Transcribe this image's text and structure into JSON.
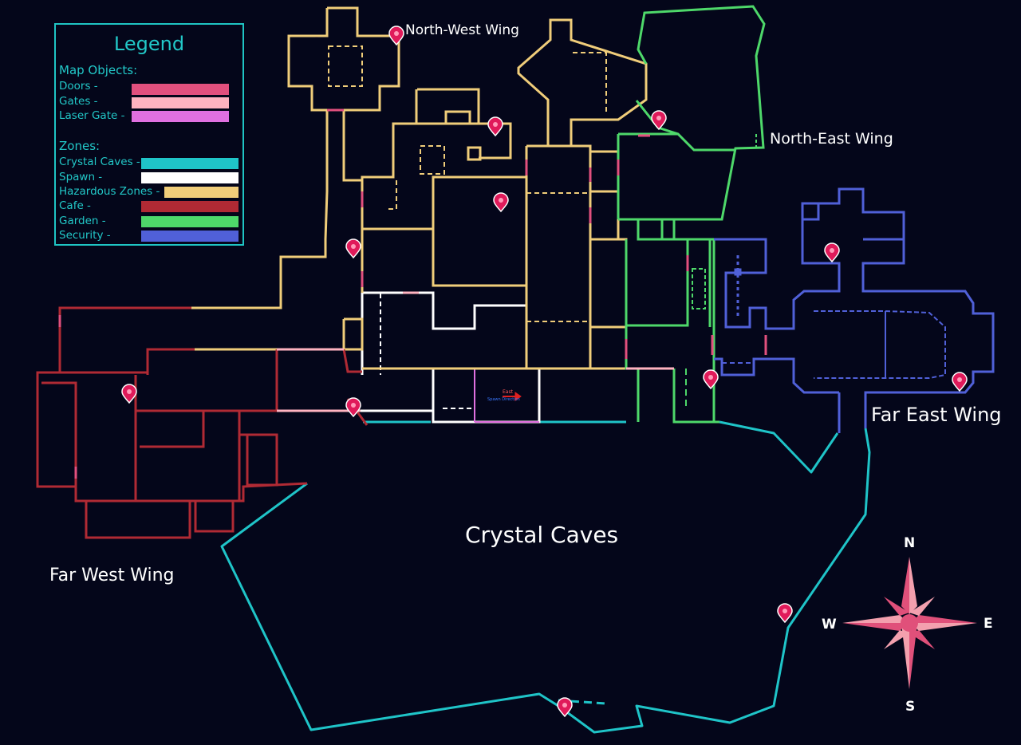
{
  "legend": {
    "title": "Legend",
    "map_objects_heading": "Map Objects:",
    "map_objects": [
      {
        "label": "Doors -",
        "color": "#e2507e"
      },
      {
        "label": "Gates -",
        "color": "#ffb3c0"
      },
      {
        "label": "Laser Gate -",
        "color": "#e070e0"
      }
    ],
    "zones_heading": "Zones:",
    "zones": [
      {
        "label": "Crystal Caves -",
        "color": "#1fc4c8"
      },
      {
        "label": "Spawn -",
        "color": "#ffffff"
      },
      {
        "label": "Hazardous Zones -",
        "color": "#f0cd7a"
      },
      {
        "label": "Cafe -",
        "color": "#b02a34"
      },
      {
        "label": "Garden -",
        "color": "#4ed86a"
      },
      {
        "label": "Security -",
        "color": "#5060d8"
      }
    ]
  },
  "labels": {
    "north_west_wing": "North-West Wing",
    "north_east_wing": "North-East Wing",
    "far_east_wing": "Far East Wing",
    "far_west_wing": "Far West Wing",
    "crystal_caves": "Crystal Caves"
  },
  "spawn_marker": {
    "direction_label": "East",
    "caption": "Spawn Direction"
  },
  "compass": {
    "north": "N",
    "south": "S",
    "east": "E",
    "west": "W"
  },
  "colors": {
    "background": "#04061a",
    "pin": "#e01a5a",
    "compass_light": "#f3a0ae",
    "compass_dark": "#e0507a"
  }
}
